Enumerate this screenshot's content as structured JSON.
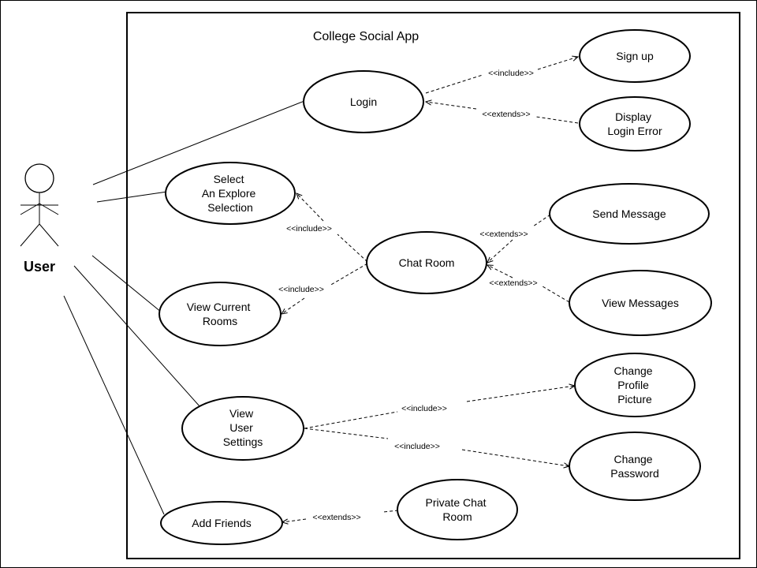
{
  "title": "College Social App",
  "actor": {
    "name": "User"
  },
  "use_cases": {
    "login": [
      "Login"
    ],
    "sign_up": [
      "Sign up"
    ],
    "display_login_error": [
      "Display",
      "Login Error"
    ],
    "select_explore": [
      "Select",
      "An Explore",
      "Selection"
    ],
    "chat_room": [
      "Chat Room"
    ],
    "send_message": [
      "Send Message"
    ],
    "view_messages": [
      "View Messages"
    ],
    "view_current_rooms": [
      "View Current",
      "Rooms"
    ],
    "view_user_settings": [
      "View",
      "User",
      "Settings"
    ],
    "change_profile_picture": [
      "Change",
      "Profile",
      "Picture"
    ],
    "change_password": [
      "Change",
      "Password"
    ],
    "add_friends": [
      "Add Friends"
    ],
    "private_chat_room": [
      "Private Chat",
      "Room"
    ]
  },
  "relationships": {
    "login_sign_up": "<<include>>",
    "login_display_error": "<<extends>>",
    "chat_select_explore": "<<include>>",
    "chat_view_rooms": "<<include>>",
    "chat_send_message": "<<extends>>",
    "chat_view_messages": "<<extends>>",
    "settings_profile_picture": "<<include>>",
    "settings_password": "<<include>>",
    "add_friends_private_chat": "<<extends>>"
  }
}
